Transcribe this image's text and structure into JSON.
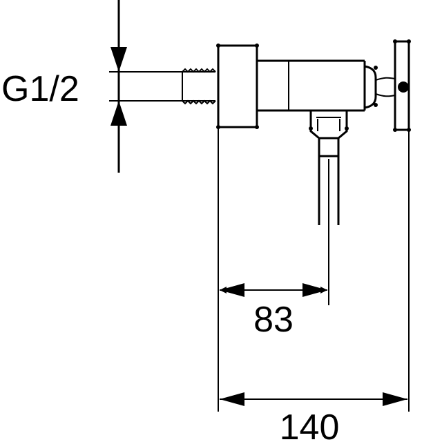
{
  "drawing": {
    "thread_label": "G1/2",
    "dim_outlet_label": "83",
    "dim_total_label": "140"
  }
}
